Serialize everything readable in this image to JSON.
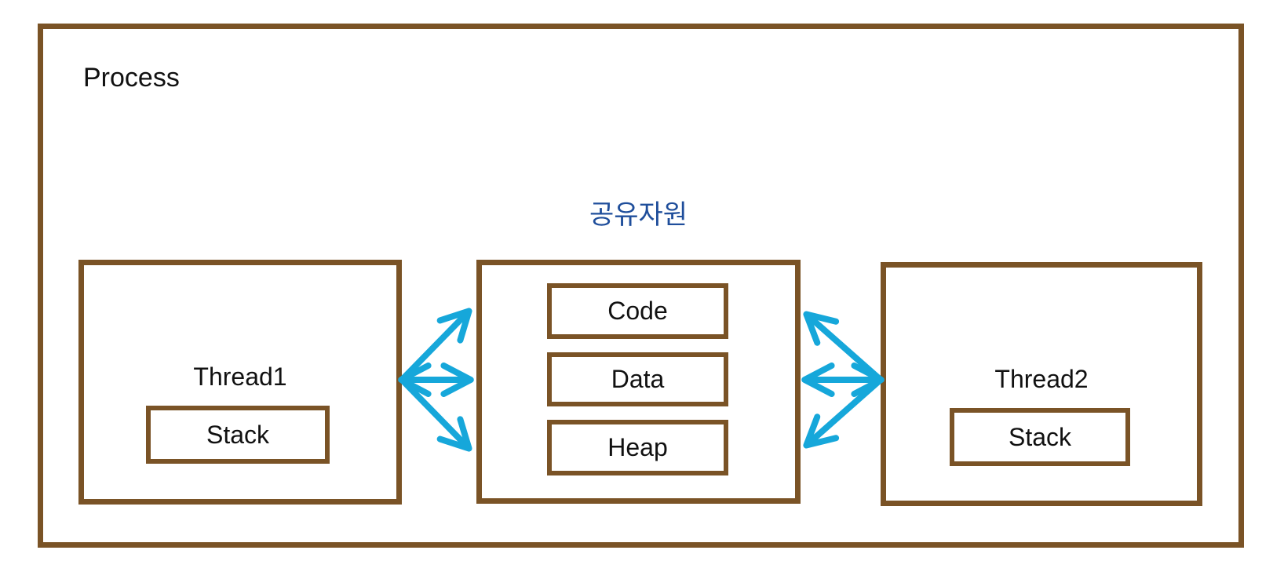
{
  "diagram": {
    "process_label": "Process",
    "shared_resource_label": "공유자원",
    "thread1": {
      "label": "Thread1",
      "stack_label": "Stack"
    },
    "thread2": {
      "label": "Thread2",
      "stack_label": "Stack"
    },
    "shared_resource": {
      "items": [
        "Code",
        "Data",
        "Heap"
      ]
    }
  },
  "colors": {
    "box_border": "#7a5326",
    "arrow": "#16a7da",
    "shared_label_text": "#1f4e9b",
    "text": "#111111",
    "background": "#ffffff"
  }
}
